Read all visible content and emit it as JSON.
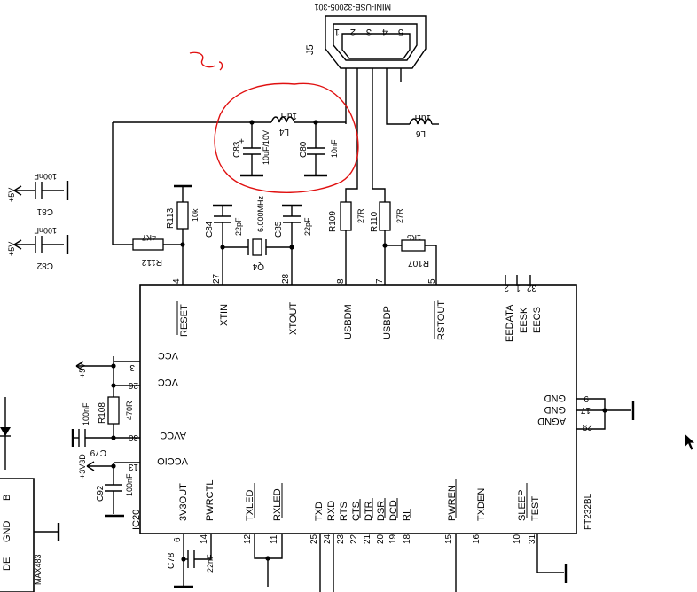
{
  "schematic": {
    "ic": {
      "ref": "IC20",
      "part": "FT232BL",
      "top_pins": [
        {
          "num": "4",
          "name": "RESET"
        },
        {
          "num": "27",
          "name": "XTIN"
        },
        {
          "num": "28",
          "name": "XTOUT"
        },
        {
          "num": "8",
          "name": "USBDM"
        },
        {
          "num": "7",
          "name": "USBDP"
        },
        {
          "num": "5",
          "name": "RSTOUT"
        },
        {
          "num": "2",
          "name": "EEDATA"
        },
        {
          "num": "1",
          "name": "EESK"
        },
        {
          "num": "32",
          "name": "EECS"
        }
      ],
      "left_pins": [
        {
          "num": "3",
          "name": "VCC"
        },
        {
          "num": "26",
          "name": "VCC"
        },
        {
          "num": "30",
          "name": "AVCC"
        },
        {
          "num": "13",
          "name": "VCCIO"
        }
      ],
      "right_pins": [
        {
          "num": "9",
          "name": "GND"
        },
        {
          "num": "17",
          "name": "GND"
        },
        {
          "num": "29",
          "name": "AGND"
        }
      ],
      "bottom_pins": [
        {
          "num": "6",
          "name": "3V3OUT"
        },
        {
          "num": "14",
          "name": "PWRCTL"
        },
        {
          "num": "12",
          "name": "TXLED"
        },
        {
          "num": "11",
          "name": "RXLED"
        },
        {
          "num": "25",
          "name": "TXD"
        },
        {
          "num": "24",
          "name": "RXD"
        },
        {
          "num": "23",
          "name": "RTS"
        },
        {
          "num": "22",
          "name": "CTS"
        },
        {
          "num": "21",
          "name": "DTR"
        },
        {
          "num": "20",
          "name": "DSR"
        },
        {
          "num": "19",
          "name": "DCD"
        },
        {
          "num": "18",
          "name": "RI"
        },
        {
          "num": "15",
          "name": "PWREN"
        },
        {
          "num": "16",
          "name": "TXDEN"
        },
        {
          "num": "10",
          "name": "SLEEP"
        },
        {
          "num": "31",
          "name": "TEST"
        }
      ]
    },
    "connector": {
      "ref": "J5",
      "part": "MINI-USB-32005-301",
      "pins": [
        "1",
        "2",
        "3",
        "4",
        "5"
      ]
    },
    "components": {
      "L4": {
        "ref": "L4",
        "value": "1uH"
      },
      "L6": {
        "ref": "L6",
        "value": "1uH"
      },
      "C83": {
        "ref": "C83",
        "value": "10uF/10V"
      },
      "C80": {
        "ref": "C80",
        "value": "10nF"
      },
      "C84": {
        "ref": "C84",
        "value": "22pF"
      },
      "C85": {
        "ref": "C85",
        "value": "22pF"
      },
      "Q4": {
        "ref": "Q4",
        "value": "6.000MHz"
      },
      "R113": {
        "ref": "R113",
        "value": "10k"
      },
      "R112": {
        "ref": "R112",
        "value": "4K7"
      },
      "R109": {
        "ref": "R109",
        "value": "27R"
      },
      "R110": {
        "ref": "R110",
        "value": "27R"
      },
      "R107": {
        "ref": "R107",
        "value": "1K5"
      },
      "C81": {
        "ref": "C81",
        "value": "100nF"
      },
      "C82": {
        "ref": "C82",
        "value": "100nF"
      },
      "R108": {
        "ref": "R108",
        "value": "470R"
      },
      "C79": {
        "ref": "C79",
        "value": "100nF"
      },
      "C92": {
        "ref": "C92",
        "value": "100nF"
      },
      "C78": {
        "ref": "C78",
        "value": "22nF"
      }
    },
    "rails": {
      "p5v_a": "+5V",
      "p5v_b": "+5V",
      "p5v_c": "+5V",
      "p3v3": "+3V3D"
    },
    "max": {
      "part": "MAX483",
      "pin_b": "B",
      "pin_gnd": "GND",
      "pin_de": "DE"
    },
    "annotation_colors": {
      "markup": "#e01010"
    }
  }
}
